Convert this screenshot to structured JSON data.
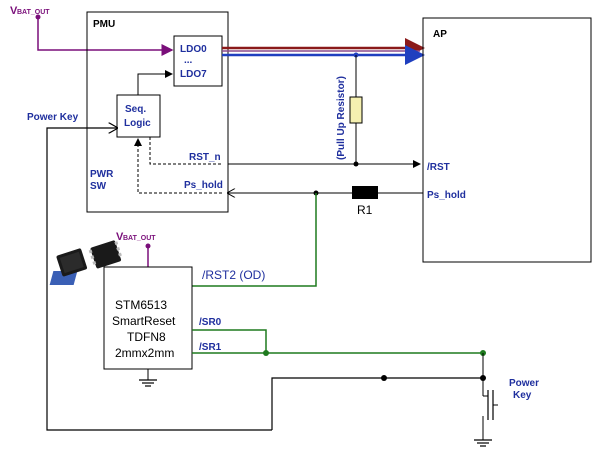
{
  "labels": {
    "vbat_top_main": "V",
    "vbat_top_sub": "BAT_OUT",
    "pmu": "PMU",
    "ap": "AP",
    "ldo0": "LDO0",
    "ldo_dots": "...",
    "ldo7": "LDO7",
    "seq_line1": "Seq.",
    "seq_line2": "Logic",
    "power_key_left": "Power Key",
    "pwr": "PWR",
    "sw": "SW",
    "rst_n": "RST_n",
    "ps_hold": "Ps_hold",
    "pull_up": "(Pull Up Resistor)",
    "rst_ap": "/RST",
    "ps_hold_ap": "Ps_hold",
    "r1": "R1",
    "vbat_mid_main": "V",
    "vbat_mid_sub": "BAT_OUT",
    "rst2": "/RST2 (OD)",
    "sr0": "/SR0",
    "sr1": "/SR1",
    "chip_line1": "STM6513",
    "chip_line2": "SmartReset",
    "chip_line3": "TDFN8",
    "chip_line4": "2mmx2mm",
    "power_key_right_1": "Power",
    "power_key_right_2": "Key"
  },
  "colors": {
    "purple": "#7a0f7a",
    "green": "#1e7a1e",
    "dark_red": "#8b1a1a",
    "blue": "#1f3fbf",
    "navy": "#1f2f9e",
    "resistor_fill": "#f5f0b0"
  },
  "icons": [
    "st-logo-icon",
    "chip-package-icon",
    "ground-icon",
    "push-button-icon"
  ]
}
